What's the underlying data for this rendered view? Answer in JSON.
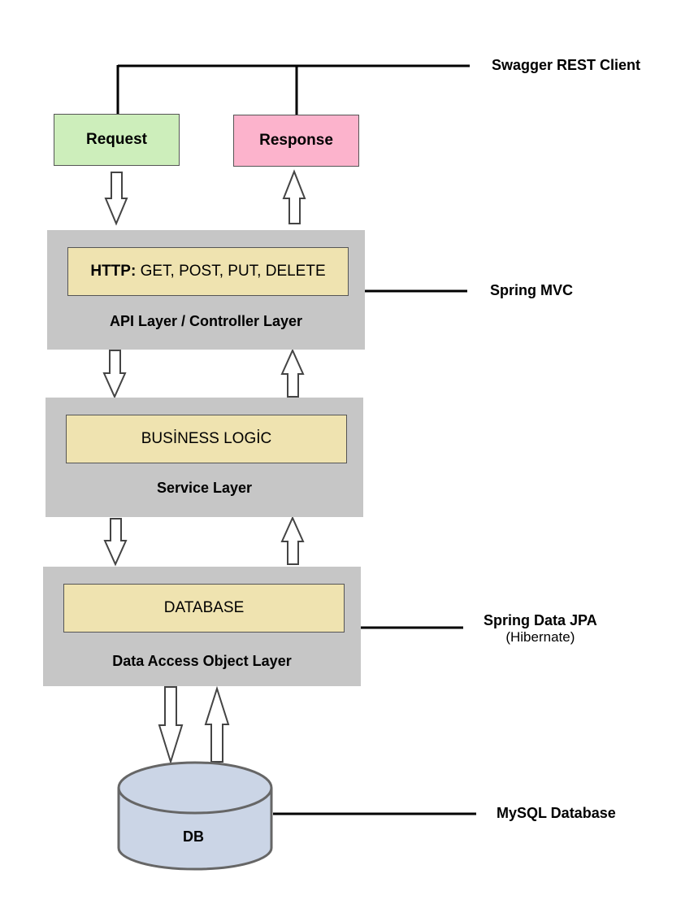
{
  "client": {
    "label": "Swagger REST Client"
  },
  "request": {
    "label": "Request",
    "color": "#cdeebb"
  },
  "response": {
    "label": "Response",
    "color": "#fcb3cc"
  },
  "api_layer": {
    "title": "API Layer / Controller Layer",
    "inner_prefix": "HTTP:",
    "inner_text": "GET, POST, PUT, DELETE",
    "tech": "Spring MVC"
  },
  "service_layer": {
    "title": "Service Layer",
    "inner_text": "BUSİNESS LOGİC"
  },
  "dao_layer": {
    "title": "Data Access Object Layer",
    "inner_text": "DATABASE",
    "tech": "Spring Data JPA",
    "tech_sub": "(Hibernate)"
  },
  "db": {
    "label": "DB",
    "tech": "MySQL Database",
    "color": "#cbd5e6"
  },
  "colors": {
    "layer_bg": "#c6c6c6",
    "inner_bg": "#efe3b0"
  }
}
